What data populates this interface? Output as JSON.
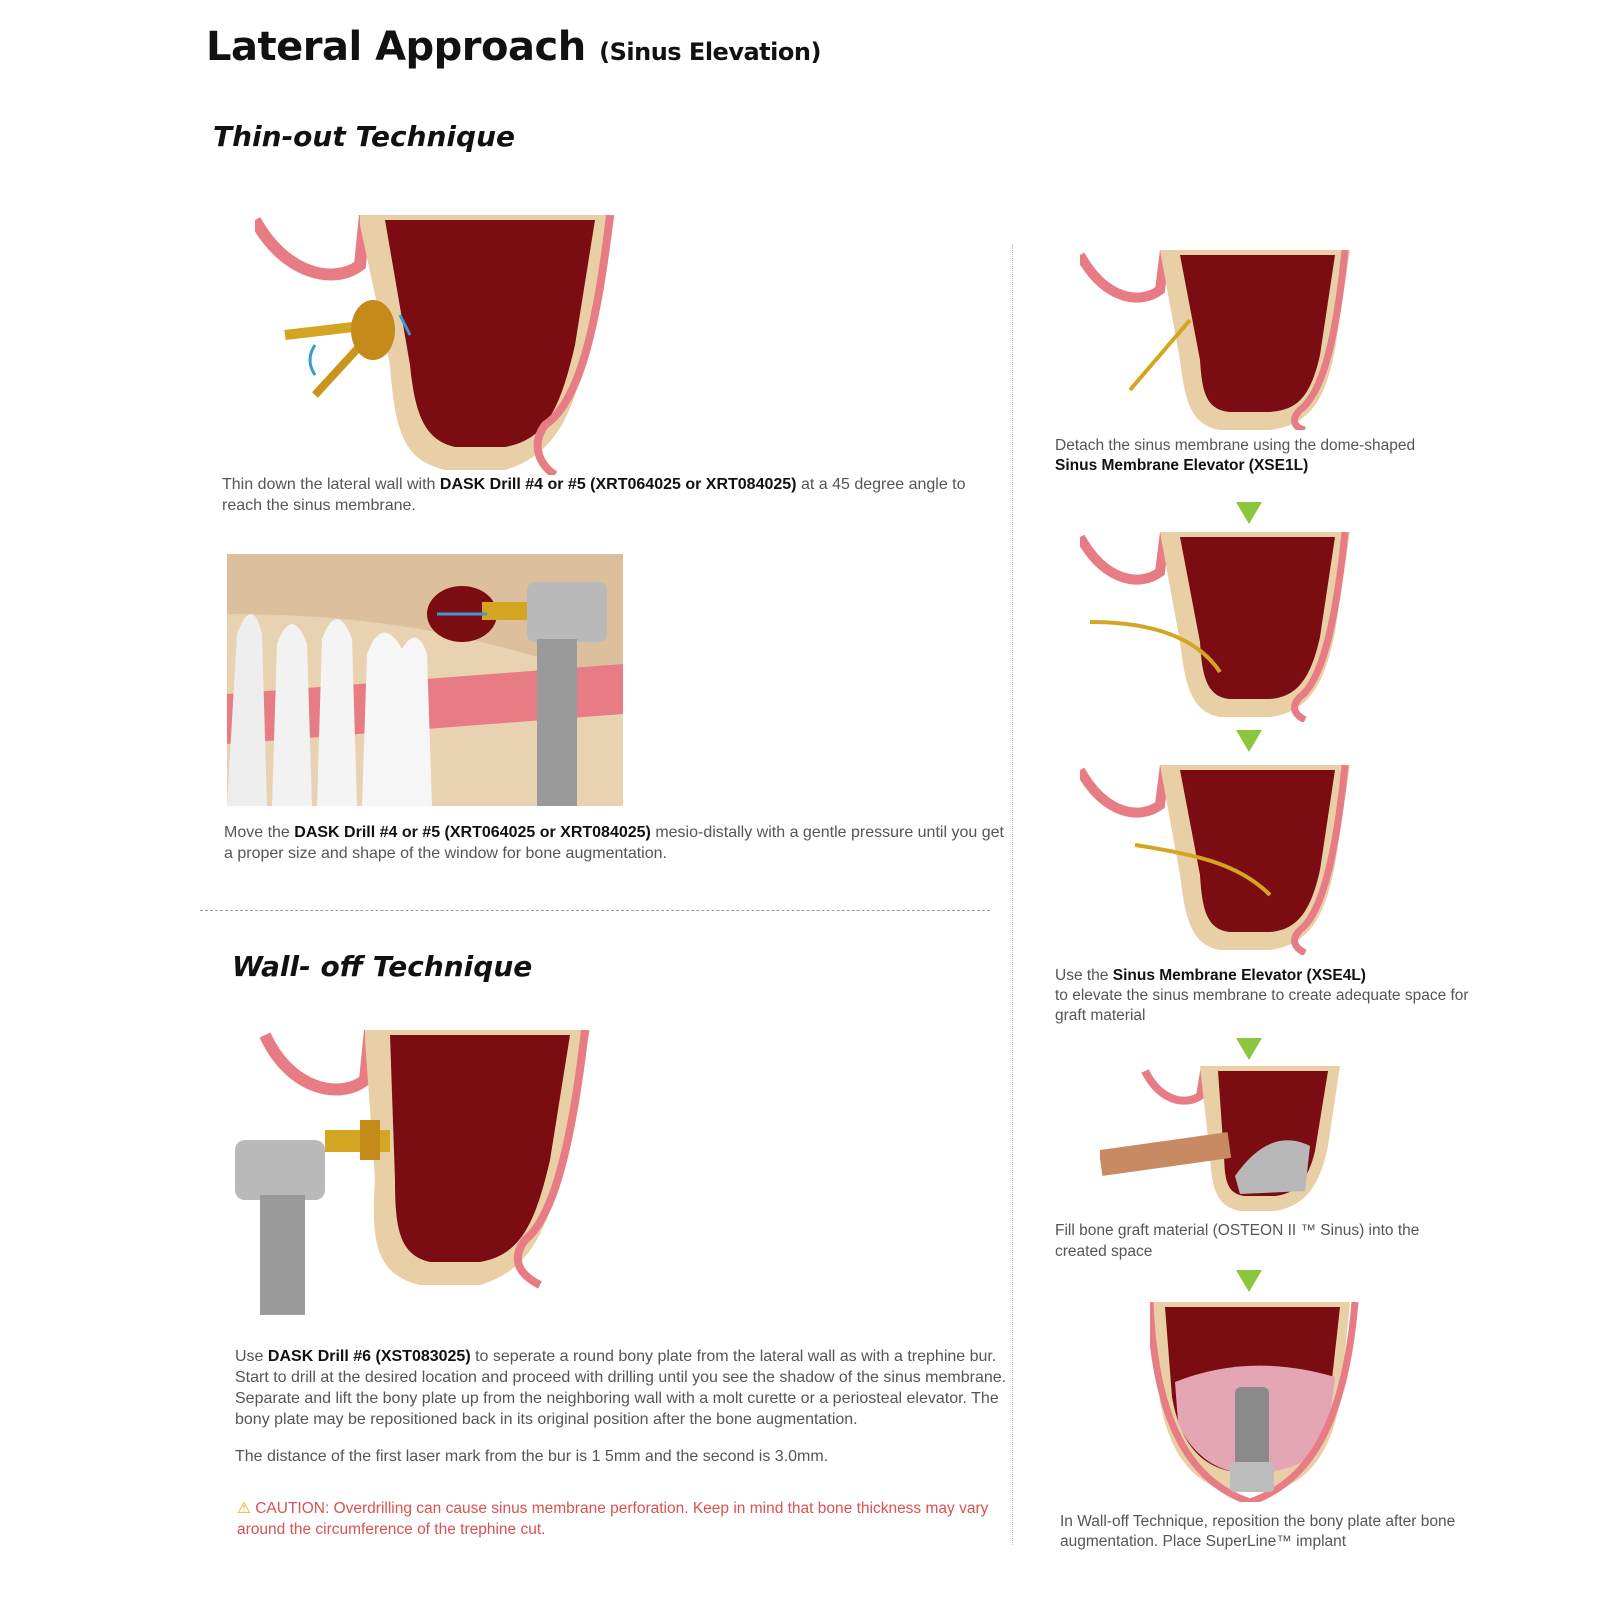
{
  "page": {
    "title": "Lateral Approach",
    "title_sub": "(Sinus Elevation)"
  },
  "thin_out": {
    "heading": "Thin-out Technique",
    "step1": {
      "pre": "Thin down the lateral wall with ",
      "bold": "DASK Drill #4 or #5 (XRT064025 or XRT084025)",
      "post": " at a 45 degree angle to reach the  sinus  membrane."
    },
    "step2": {
      "pre": "Move the ",
      "bold": "DASK Drill #4 or #5 (XRT064025 or XRT084025)",
      "post": " mesio-distally with a gentle pressure until you get a proper size  and shape of the window for bone augmentation."
    }
  },
  "wall_off": {
    "heading": "Wall- off Technique",
    "step1": {
      "pre": "Use ",
      "bold": "DASK Drill #6 (XST083025)",
      "post": " to seperate a round bony plate from the lateral wall as with a trephine bur. Start to drill at  the  desired location and proceed with drilling until you see the shadow of the sinus membrane. Separate and lift the bony plate up from the neighboring wall with a molt curette or a periosteal elevator. The bony plate  may be  repositioned back in its original position after the bone  augmentation."
    },
    "laser_note": "The distance of the first laser mark from the bur is 1 5mm and the  second is 3.0mm.",
    "caution_label": "CAUTION:",
    "caution_text": "Overdrilling can cause sinus  membrane  perforation. Keep in mind that bone thickness may vary around the circumference of the trephine cut."
  },
  "right_steps": {
    "step1_pre": "Detach the sinus membrane using the dome-shaped",
    "step1_bold": "Sinus Membrane Elevator (XSE1L)",
    "step2_pre": "Use the ",
    "step2_bold": "Sinus Membrane Elevator (XSE4L)",
    "step2_post": "to elevate  the sinus membrane to create adequate space  for graft  material",
    "step3": "Fill bone graft material (OSTEON II ™ Sinus) into the created space",
    "step4": "In Wall-off Technique, reposition the bony plate after bone augmentation. Place SuperLine™ implant"
  },
  "colors": {
    "sinus": "#7a0c12",
    "bone": "#e8cfa5",
    "gum": "#e87c85",
    "arrow_green": "#8cc63f",
    "caution_red": "#d9534f"
  }
}
